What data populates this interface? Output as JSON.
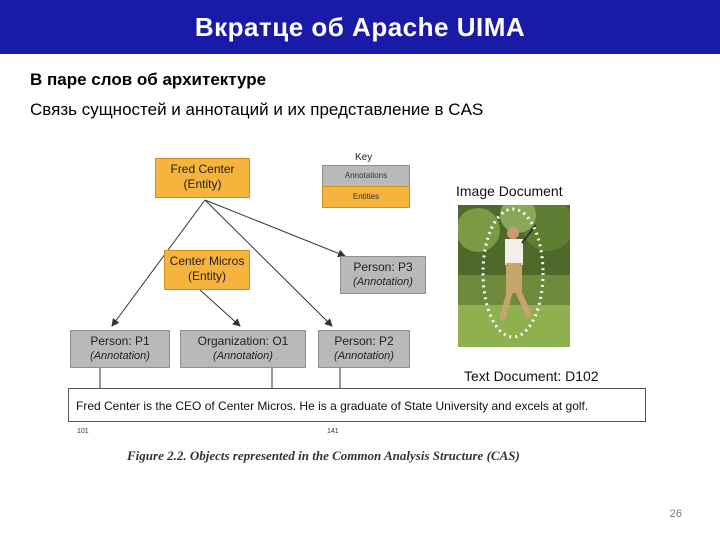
{
  "slide": {
    "title": "Вкратце об Apache UIMA",
    "subtitle1": "В паре слов об архитектуре",
    "subtitle2": "Связь сущностей и аннотаций и их представление в CAS",
    "page_number": "26"
  },
  "figure": {
    "key": {
      "title": "Key",
      "annotations_label": "Annotations",
      "entities_label": "Entities"
    },
    "fred_center": {
      "line1": "Fred Center",
      "line2": "(Entity)"
    },
    "center_micros": {
      "line1": "Center Micros",
      "line2": "(Entity)"
    },
    "person_p3": {
      "line1": "Person: P3",
      "line2": "(Annotation)"
    },
    "person_p1": {
      "line1": "Person: P1",
      "line2": "(Annotation)"
    },
    "organization_o1": {
      "line1": "Organization: O1",
      "line2": "(Annotation)"
    },
    "person_p2": {
      "line1": "Person: P2",
      "line2": "(Annotation)"
    },
    "image_document_title": "Image Document",
    "text_document_title": "Text Document: D102",
    "text_document_content": "Fred Center is the CEO of Center Micros.  He is a graduate of State University and excels at golf.",
    "offset_start": "101",
    "offset_mid": "141",
    "caption": "Figure 2.2. Objects represented in the Common Analysis Structure (CAS)"
  },
  "colors": {
    "title_bar": "#1a1aa8",
    "entity": "#f6b33e",
    "annotation": "#b9b9b9",
    "underline": "#cc2222"
  }
}
